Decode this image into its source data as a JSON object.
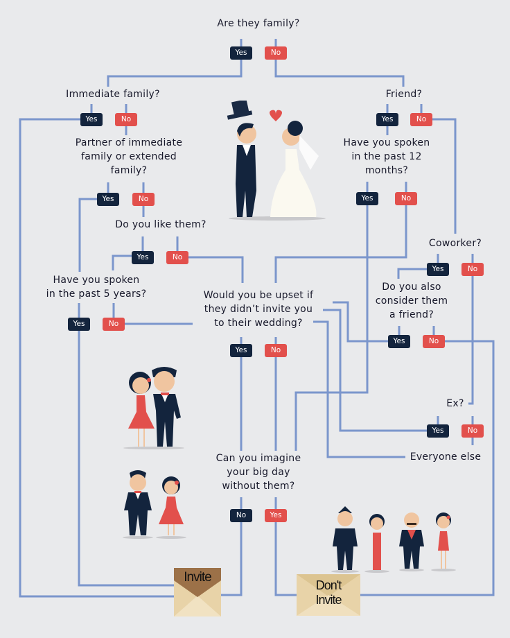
{
  "colors": {
    "background": "#e9eaec",
    "line": "#7b96cc",
    "yes": "#13243d",
    "no": "#e2504c",
    "envelope": "#e8d3a8",
    "envelope_flap": "#9c7148"
  },
  "questions": {
    "family": "Are they family?",
    "immediate": "Immediate family?",
    "partner": [
      "Partner of immediate",
      "family or extended",
      "family?"
    ],
    "like": "Do you like them?",
    "spoken5": [
      "Have you spoken",
      "in the past 5 years?"
    ],
    "upset": [
      "Would you be upset if",
      "they didn’t invite you",
      "to their wedding?"
    ],
    "imagine": [
      "Can you imagine",
      "your big day",
      "without them?"
    ],
    "friend": "Friend?",
    "spoken12": [
      "Have you spoken",
      "in the past 12",
      "months?"
    ],
    "coworker": "Coworker?",
    "consider": [
      "Do you also",
      "consider them",
      "a friend?"
    ],
    "ex": "Ex?",
    "everyone": "Everyone else"
  },
  "answers": {
    "yes": "Yes",
    "no": "No"
  },
  "outcomes": {
    "invite": "Invite",
    "dont_invite": [
      "Don't",
      "Invite"
    ]
  }
}
